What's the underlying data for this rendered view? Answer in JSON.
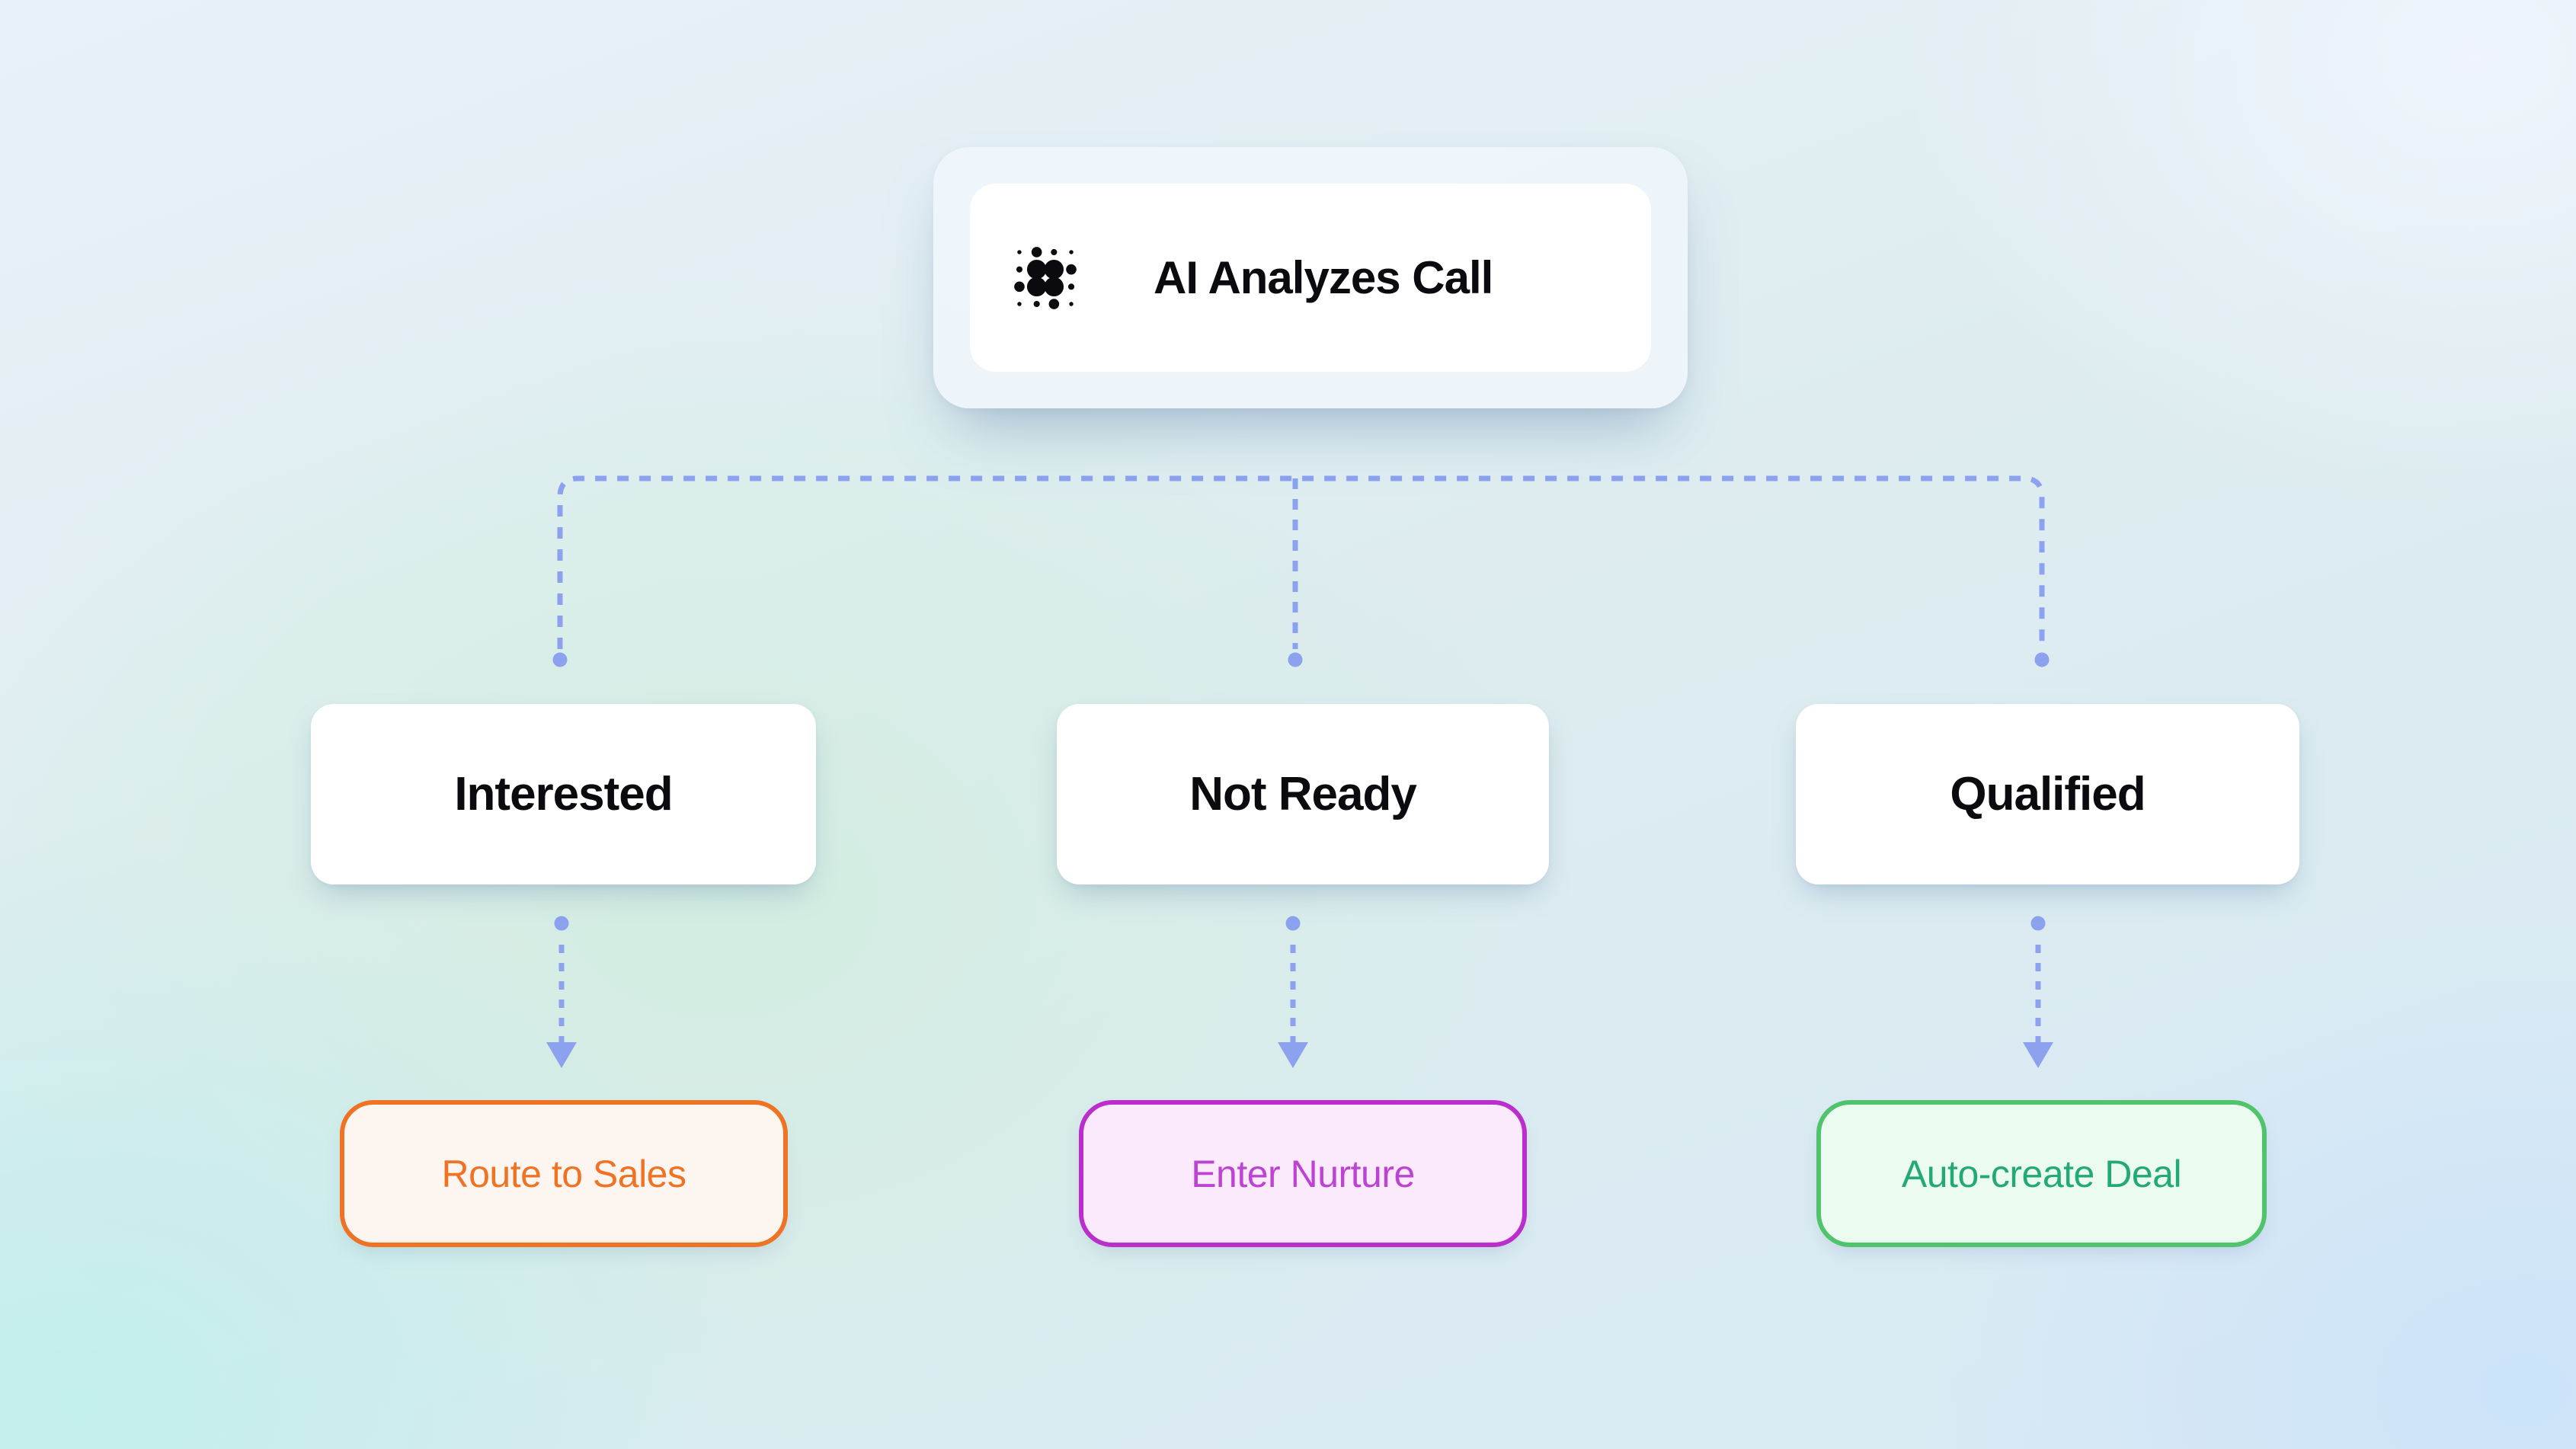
{
  "diagram": {
    "title_node": {
      "label": "AI Analyzes Call",
      "icon": "ai-dot-grid-icon",
      "icon_color": "#0b0b0f"
    },
    "branches": [
      {
        "id": "interested",
        "label": "Interested",
        "action": {
          "label": "Route to Sales",
          "border_color": "#ee7324",
          "text_color": "#ee7324",
          "fill_color": "#fdf5ef"
        }
      },
      {
        "id": "not-ready",
        "label": "Not Ready",
        "action": {
          "label": "Enter Nurture",
          "border_color": "#ba2ecb",
          "text_color": "#bd43d3",
          "fill_color": "#fbeafc"
        }
      },
      {
        "id": "qualified",
        "label": "Qualified",
        "action": {
          "label": "Auto-create Deal",
          "border_color": "#50c46d",
          "text_color": "#22a977",
          "fill_color": "#ecfbf0"
        }
      }
    ],
    "connector": {
      "color": "#8ca2ef",
      "style": "dotted"
    }
  }
}
